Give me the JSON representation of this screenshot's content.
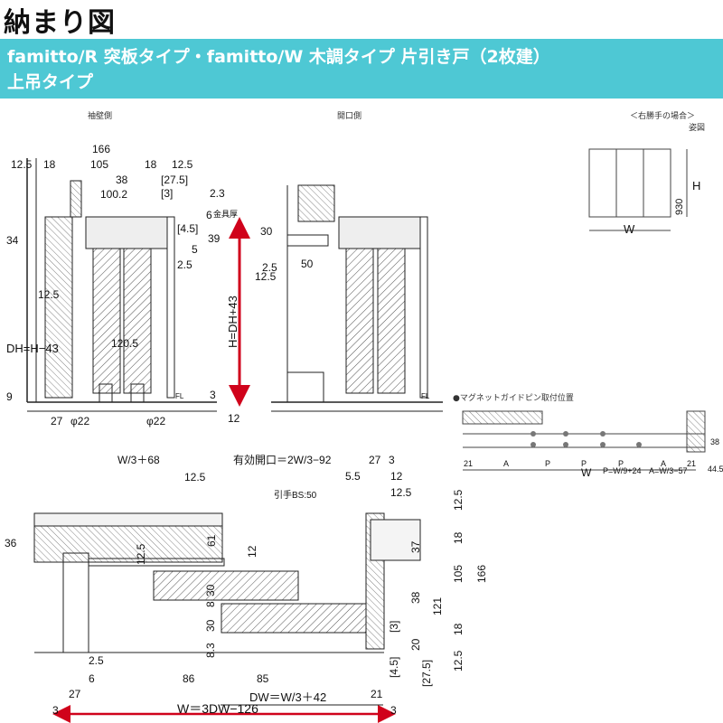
{
  "title": "納まり図",
  "subtitle_line1": "famitto/R 突板タイプ・famitto/W 木調タイプ 片引き戸（2枚建）",
  "subtitle_line2": "上吊タイプ",
  "sections": {
    "sode": "袖壁側",
    "kaiko": "開口側",
    "migi_note": "＜右勝手の場合＞",
    "sugata": "姿図",
    "magnet": "●マグネットガイドピン取付位置"
  },
  "elev_dims": {
    "top": [
      "166",
      "12.5",
      "18",
      "105",
      "18",
      "12.5",
      "38",
      "100.2",
      "[27.5]",
      "[3]",
      "2.3",
      "金具厚",
      "6"
    ],
    "mid": [
      "[4.5]",
      "39",
      "5",
      "2.5",
      "30",
      "12.5",
      "2.5",
      "50"
    ],
    "left": [
      "34",
      "12.5",
      "DH=H−43",
      "9",
      "120.5"
    ],
    "height": "H=DH+43",
    "bottom": [
      "27",
      "φ22",
      "φ22",
      "FL",
      "FL",
      "3",
      "12"
    ]
  },
  "elevation_thumb": {
    "w": "W",
    "h": "H",
    "v930": "930"
  },
  "magnet_dims": [
    "38",
    "44.5",
    "21",
    "A",
    "P",
    "P",
    "P",
    "A",
    "21",
    "W",
    "P=W/9+24",
    "A=W/3−57"
  ],
  "plan_dims": {
    "top": [
      "W/3＋68",
      "有効開口＝2W/3−92",
      "27",
      "3",
      "12.5",
      "5.5",
      "12",
      "12.5",
      "引手BS:50"
    ],
    "left": [
      "36",
      "12.5",
      "2.5",
      "6",
      "27",
      "3"
    ],
    "mid": [
      "61",
      "12",
      "30",
      "30",
      "8",
      "8.3"
    ],
    "right": [
      "12.5",
      "18",
      "37",
      "105",
      "166",
      "38",
      "121",
      "18",
      "20",
      "12.5",
      "[3]",
      "[4.5]",
      "[27.5]"
    ],
    "bottom": [
      "86",
      "85",
      "DW＝W/3＋42",
      "21",
      "3",
      "W＝3DW−126"
    ]
  },
  "colors": {
    "band": "#4ec8d4",
    "arrow": "#d0021b"
  }
}
